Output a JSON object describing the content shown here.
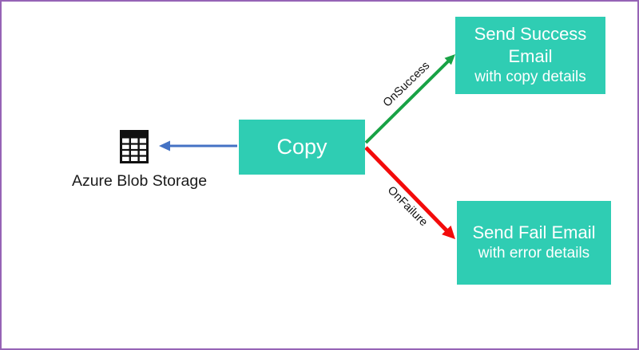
{
  "colors": {
    "teal": "#2fcdb3",
    "green": "#18a245",
    "red": "#f30b0b",
    "blue": "#4472c4",
    "border": "#9663b6",
    "text-dark": "#1a1a1a",
    "box-text": "#ffffff"
  },
  "diagram": {
    "source": {
      "icon": "table-icon",
      "label": "Azure Blob Storage"
    },
    "activity": {
      "label": "Copy"
    },
    "success_branch": {
      "edge_label": "OnSuccess",
      "title_line1": "Send Success",
      "title_line2": "Email",
      "subtitle": "with copy details"
    },
    "failure_branch": {
      "edge_label": "OnFailure",
      "title": "Send Fail Email",
      "subtitle": "with error details"
    }
  }
}
